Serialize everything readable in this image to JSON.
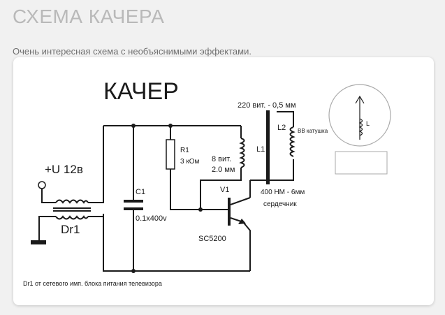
{
  "page": {
    "title": "СХЕМА КАЧЕРА",
    "subtitle": "Очень интересная схема с необъяснимыми эффектами."
  },
  "diagram": {
    "title": "КАЧЕР",
    "supply_label": "+U 12в",
    "choke_label": "Dr1",
    "capacitor_name": "C1",
    "capacitor_value": "0.1x400v",
    "resistor_name": "R1",
    "resistor_value": "3 кОм",
    "coil1_turns": "8 вит.",
    "coil1_diameter": "2.0 мм",
    "coil1_name": "L1",
    "coil2_spec": "220 вит. - 0,5 мм",
    "coil2_name": "L2",
    "coil2_desc": "ВВ катушка",
    "transistor_name": "V1",
    "transistor_model": "SC5200",
    "core_spec": "400 НМ - 6мм",
    "core_name": "сердечник",
    "lamp_coil_name": "L",
    "footnote": "Dr1 от сетевого имп. блока питания телевизора"
  },
  "colors": {
    "background": "#f1f1f1",
    "card": "#ffffff",
    "title": "#b9b9b9",
    "ink": "#1a1a1a"
  }
}
